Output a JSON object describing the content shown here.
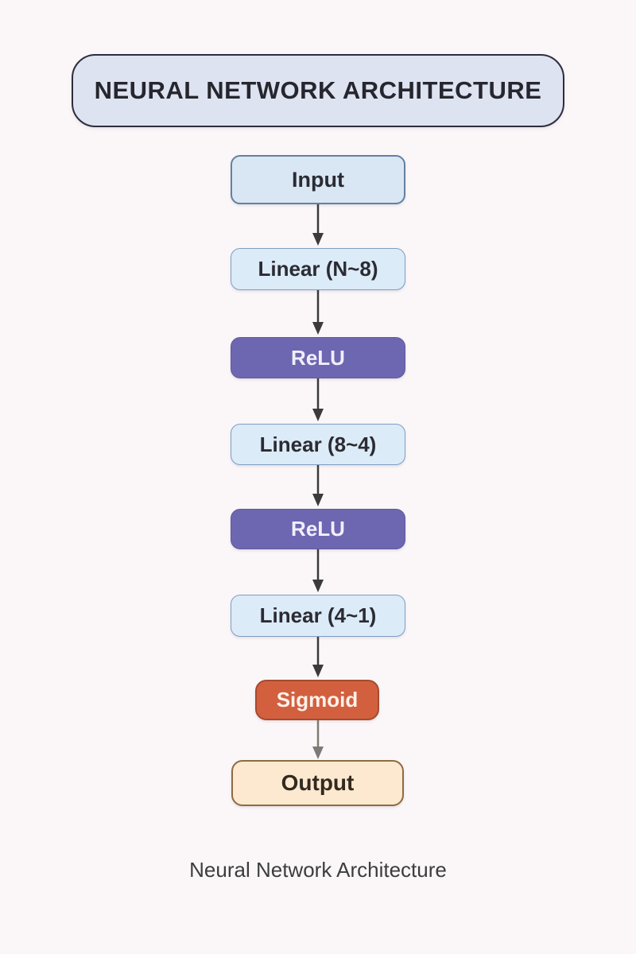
{
  "page": {
    "background_color": "#fbf7f9",
    "header": {
      "title": "NEURAL NETWORK ARCHITECTURE"
    },
    "caption": "Neural Network Architecture"
  },
  "diagram": {
    "type": "flowchart",
    "direction": "top-to-bottom",
    "nodes": [
      {
        "id": "input",
        "label": "Input",
        "role": "input-layer",
        "fill": "#d9e7f4",
        "border": "#64809f",
        "text_color": "#2b2b33"
      },
      {
        "id": "linear-n-8",
        "label": "Linear (N~8)",
        "role": "linear-layer",
        "fill": "#dcebf8",
        "border": "#7f9dc2",
        "text_color": "#2b2b33"
      },
      {
        "id": "relu-1",
        "label": "ReLU",
        "role": "activation",
        "fill": "#6d66b0",
        "border": "#615a9f",
        "text_color": "#f1eefb"
      },
      {
        "id": "linear-8-4",
        "label": "Linear (8~4)",
        "role": "linear-layer",
        "fill": "#dcebf8",
        "border": "#7f9dc2",
        "text_color": "#2b2b33"
      },
      {
        "id": "relu-2",
        "label": "ReLU",
        "role": "activation",
        "fill": "#6d66b0",
        "border": "#615a9f",
        "text_color": "#f1eefb"
      },
      {
        "id": "linear-4-1",
        "label": "Linear (4~1)",
        "role": "linear-layer",
        "fill": "#dcebf8",
        "border": "#7f9dc2",
        "text_color": "#2b2b33"
      },
      {
        "id": "sigmoid",
        "label": "Sigmoid",
        "role": "activation",
        "fill": "#d2603f",
        "border": "#a84a2c",
        "text_color": "#fdf1ea"
      },
      {
        "id": "output",
        "label": "Output",
        "role": "output-layer",
        "fill": "#fce9d0",
        "border": "#8f6b42",
        "text_color": "#32291f"
      }
    ],
    "edges": [
      {
        "from": "input",
        "to": "linear-n-8",
        "color": "#3b3b3b"
      },
      {
        "from": "linear-n-8",
        "to": "relu-1",
        "color": "#3b3b3b"
      },
      {
        "from": "relu-1",
        "to": "linear-8-4",
        "color": "#3b3b3b"
      },
      {
        "from": "linear-8-4",
        "to": "relu-2",
        "color": "#3b3b3b"
      },
      {
        "from": "relu-2",
        "to": "linear-4-1",
        "color": "#3b3b3b"
      },
      {
        "from": "linear-4-1",
        "to": "sigmoid",
        "color": "#3b3b3b"
      },
      {
        "from": "sigmoid",
        "to": "output",
        "color": "#7d7a76"
      }
    ]
  }
}
